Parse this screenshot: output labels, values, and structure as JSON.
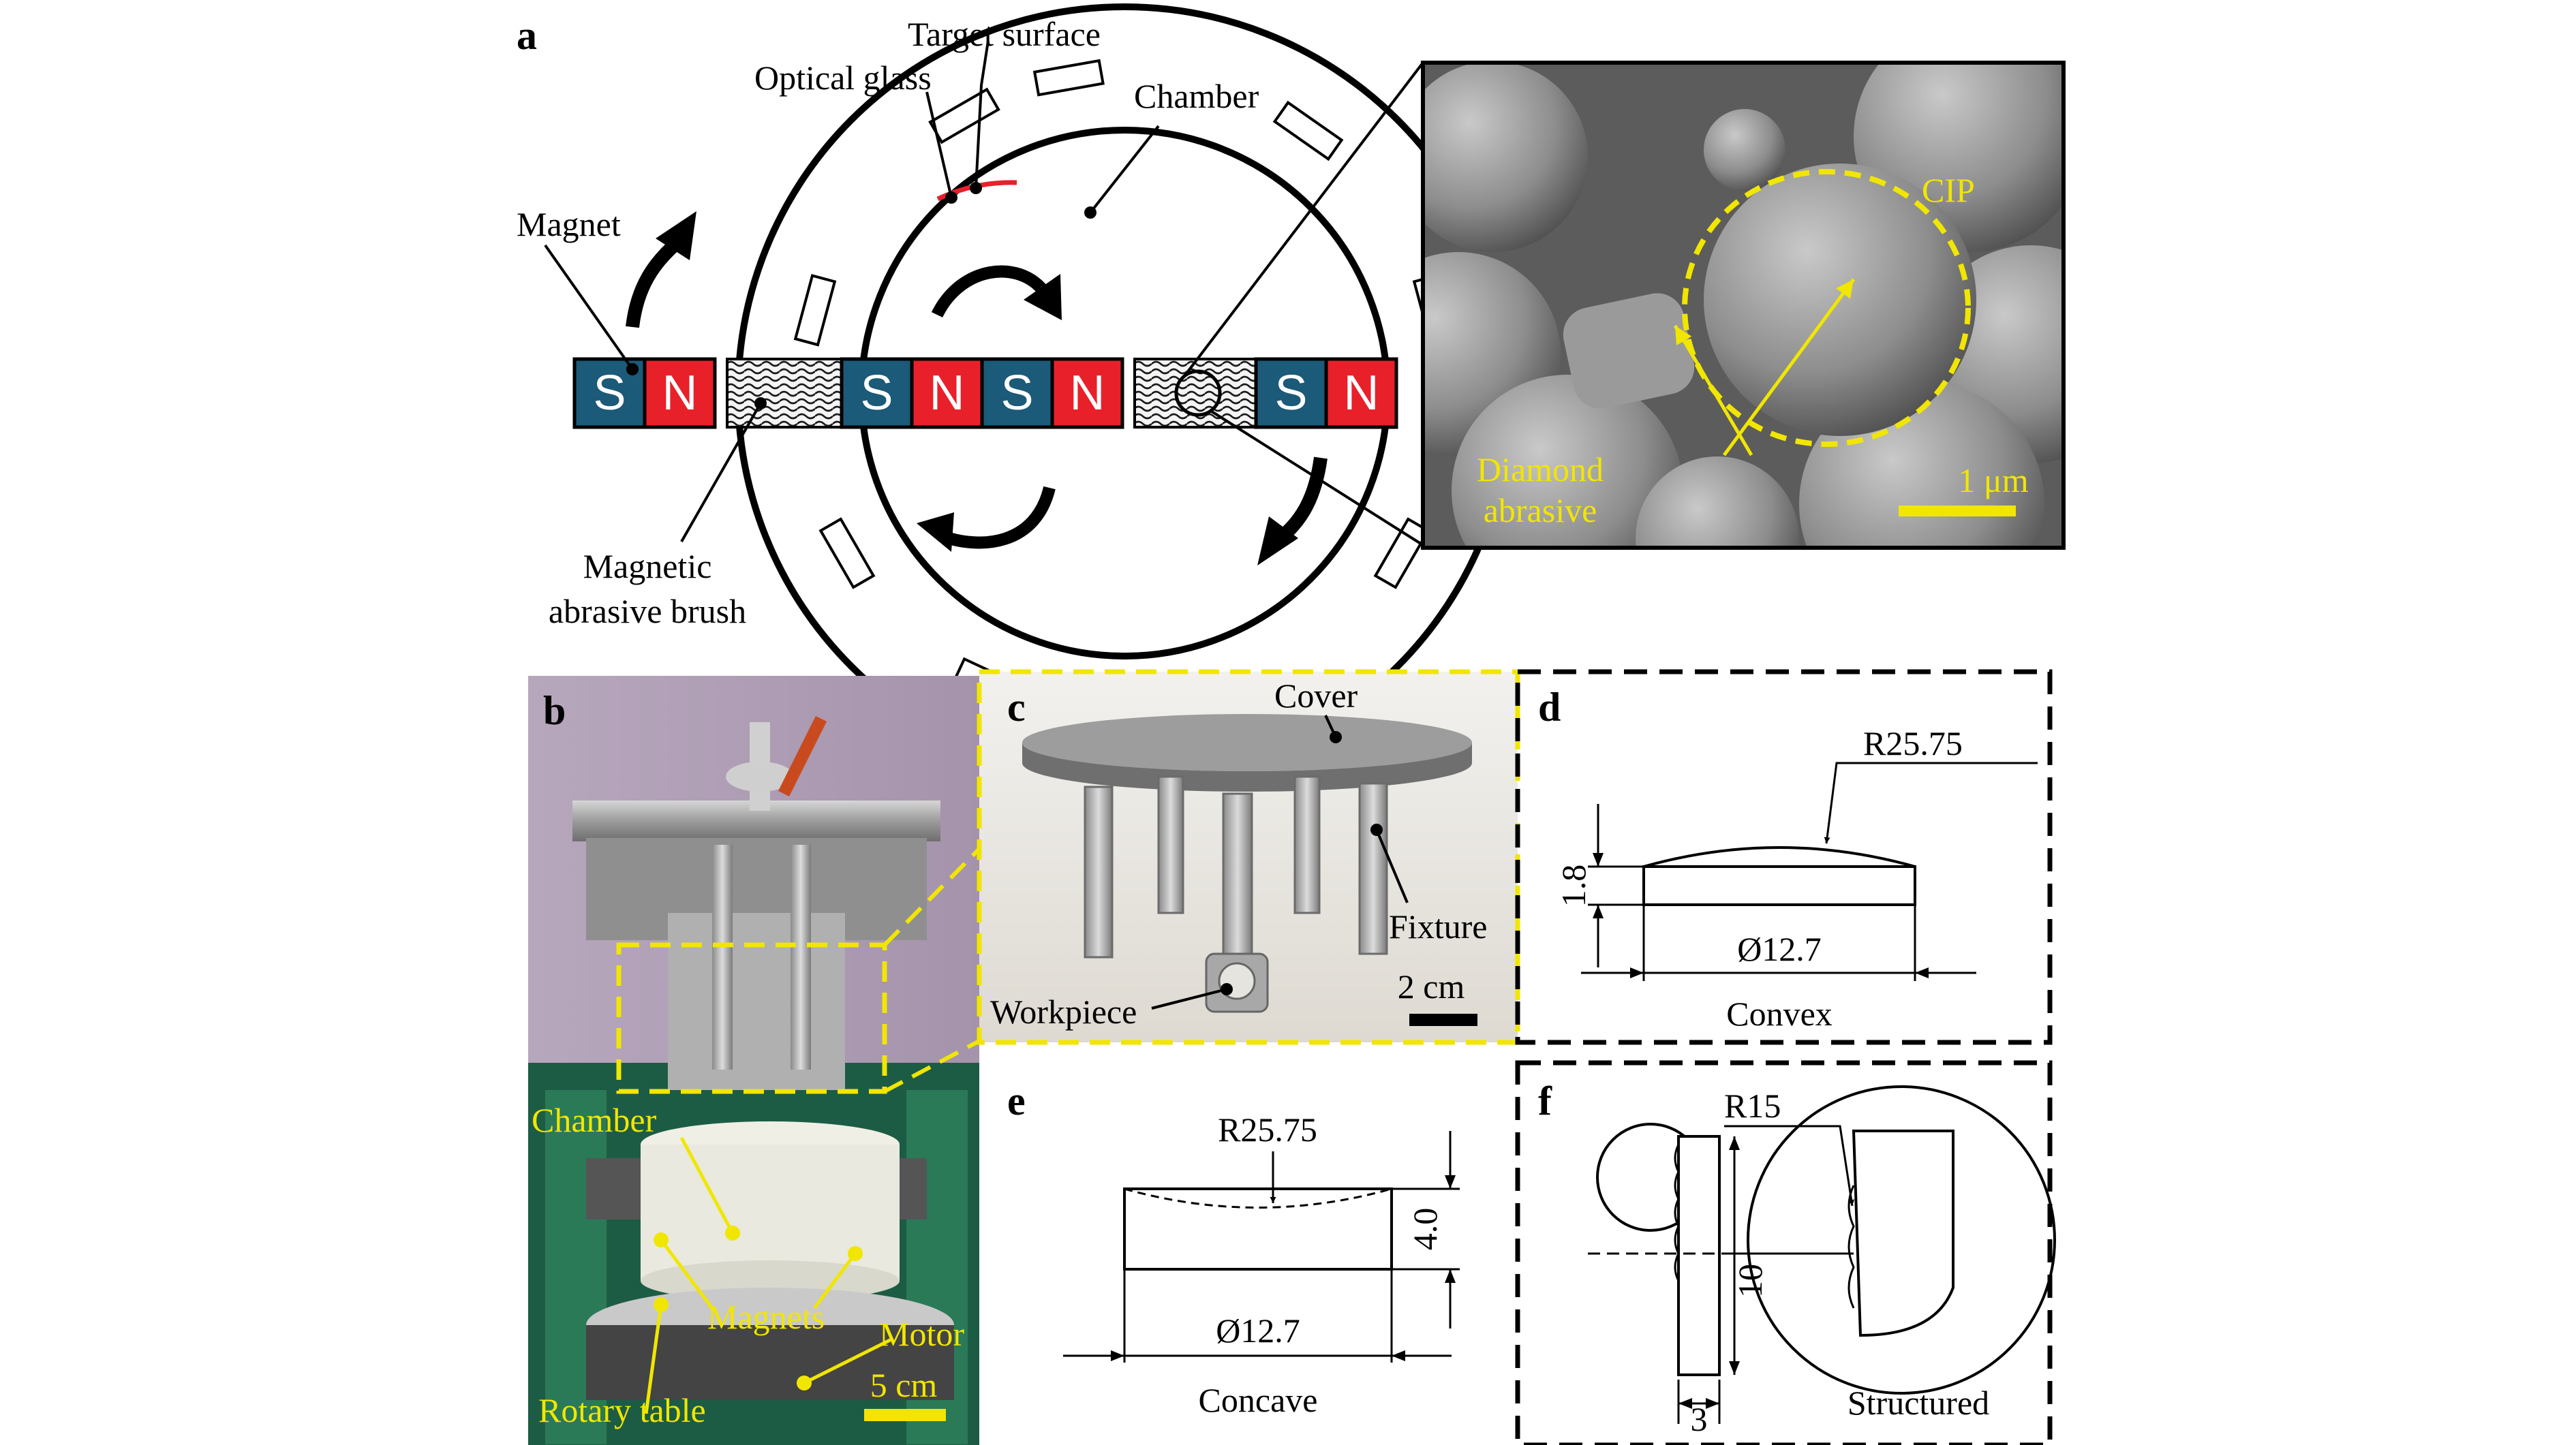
{
  "panels": {
    "a": "a",
    "b": "b",
    "c": "c",
    "d": "d",
    "e": "e",
    "f": "f"
  },
  "panel_a": {
    "target_surface": "Target surface",
    "optical_glass": "Optical glass",
    "chamber": "Chamber",
    "magnet": "Magnet",
    "brush_line1": "Magnetic",
    "brush_line2": "abrasive brush",
    "poles_left": [
      "S",
      "N"
    ],
    "poles_center": [
      "S",
      "N",
      "S",
      "N"
    ],
    "poles_right": [
      "S",
      "N"
    ],
    "colors": {
      "pole_s": "#1b5a78",
      "pole_n": "#e8202a",
      "target": "#e8202a"
    }
  },
  "sem": {
    "cip": "CIP",
    "diamond_line1": "Diamond",
    "diamond_line2": "abrasive",
    "scale": "1 μm",
    "color": "#f1e600"
  },
  "photo_b": {
    "chamber": "Chamber",
    "magnets": "Magnets",
    "motor": "Motor",
    "rotary_table": "Rotary table",
    "scale": "5 cm"
  },
  "photo_c": {
    "cover": "Cover",
    "fixture": "Fixture",
    "workpiece": "Workpiece",
    "scale": "2 cm"
  },
  "panel_d": {
    "radius": "R25.75",
    "height": "1.8",
    "diameter": "Ø12.7",
    "caption": "Convex"
  },
  "panel_e": {
    "radius": "R25.75",
    "height": "4.0",
    "diameter": "Ø12.7",
    "caption": "Concave"
  },
  "panel_f": {
    "radius": "R15",
    "length": "10",
    "width": "3",
    "caption": "Structured"
  }
}
